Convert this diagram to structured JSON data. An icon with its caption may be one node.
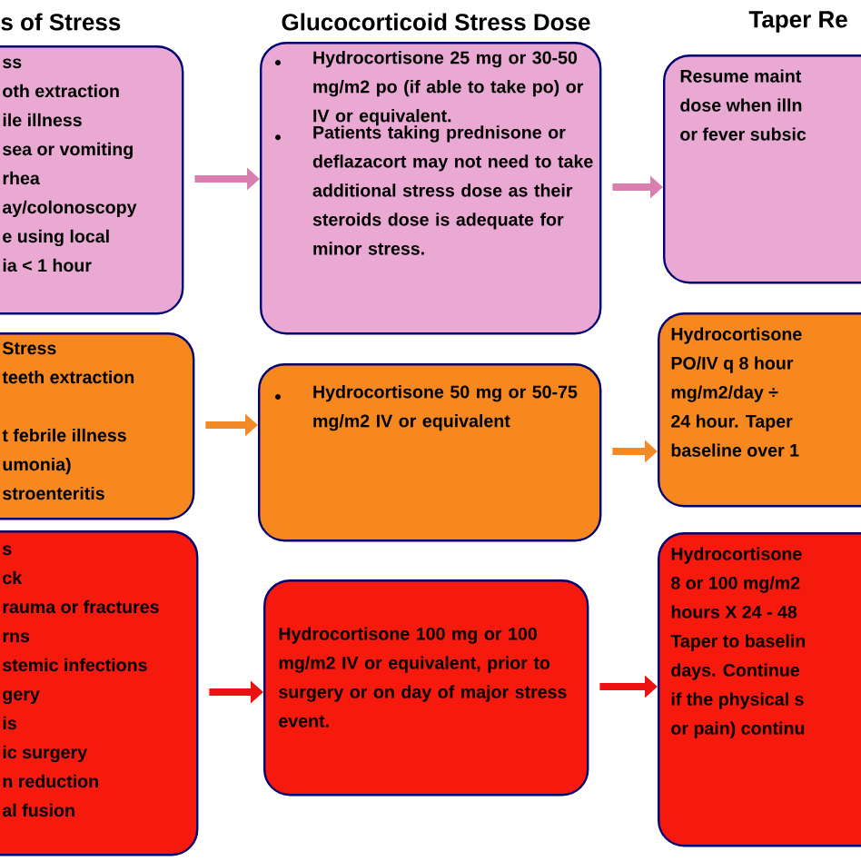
{
  "diagram": {
    "nodes": [
      {
        "text": [
          "ss",
          "oth extraction",
          "ile illness",
          "sea or vomiting",
          "rhea",
          "ay/colonoscopy",
          "e using local",
          "ia < 1 hour"
        ]
      },
      {
        "text": [
          "Hydrocortisone 25 mg or 30-50 mg/m2 po (if able to take po) or IV or equivalent.",
          "Patients taking prednisone or deflazacort may not need to take additional stress dose as their steroids dose is adequate for minor stress."
        ]
      },
      {
        "text": [
          "Resume maint",
          "dose when illn",
          "or fever subsic"
        ]
      },
      {
        "text": [
          "Stress",
          "teeth extraction",
          "t febrile illness",
          "umonia)",
          "stroenteritis"
        ]
      },
      {
        "text": [
          "Hydrocortisone 50 mg or 50-75 mg/m2 IV or equivalent"
        ]
      },
      {
        "text": [
          "Hydrocortisone",
          "PO/IV q 8 hour",
          "mg/m2/day ÷",
          "24 hour.  Taper",
          "baseline over 1"
        ]
      },
      {
        "text": [
          "s",
          "ck",
          "rauma or fractures",
          "rns",
          "stemic infections",
          "gery",
          "is",
          "ic surgery",
          "n reduction",
          "al fusion"
        ]
      },
      {
        "text": [
          "Hydrocortisone 100 mg or 100 mg/m2 IV or equivalent, prior to surgery or on day of major stress event."
        ]
      },
      {
        "text": [
          "Hydrocortisone",
          "8 or 100 mg/m2",
          "hours X 24 - 48",
          "Taper to baselin",
          "days.  Continue",
          "if the physical s",
          "or pain) continu"
        ]
      }
    ],
    "edges": [
      {
        "from": 0,
        "to": 1,
        "arrow": "to",
        "color": "#d97fb0"
      },
      {
        "from": 1,
        "to": 2,
        "arrow": "to",
        "color": "#d97fb0"
      },
      {
        "from": 3,
        "to": 4,
        "arrow": "to",
        "color": "#f28a28"
      },
      {
        "from": 4,
        "to": 5,
        "arrow": "to",
        "color": "#f28a28"
      },
      {
        "from": 6,
        "to": 7,
        "arrow": "to",
        "color": "#ee1111"
      },
      {
        "from": 7,
        "to": 8,
        "arrow": "to",
        "color": "#ee1111"
      }
    ],
    "labels": [
      "s of Stress",
      "Glucocorticoid Stress Dose",
      "Taper Re"
    ]
  }
}
